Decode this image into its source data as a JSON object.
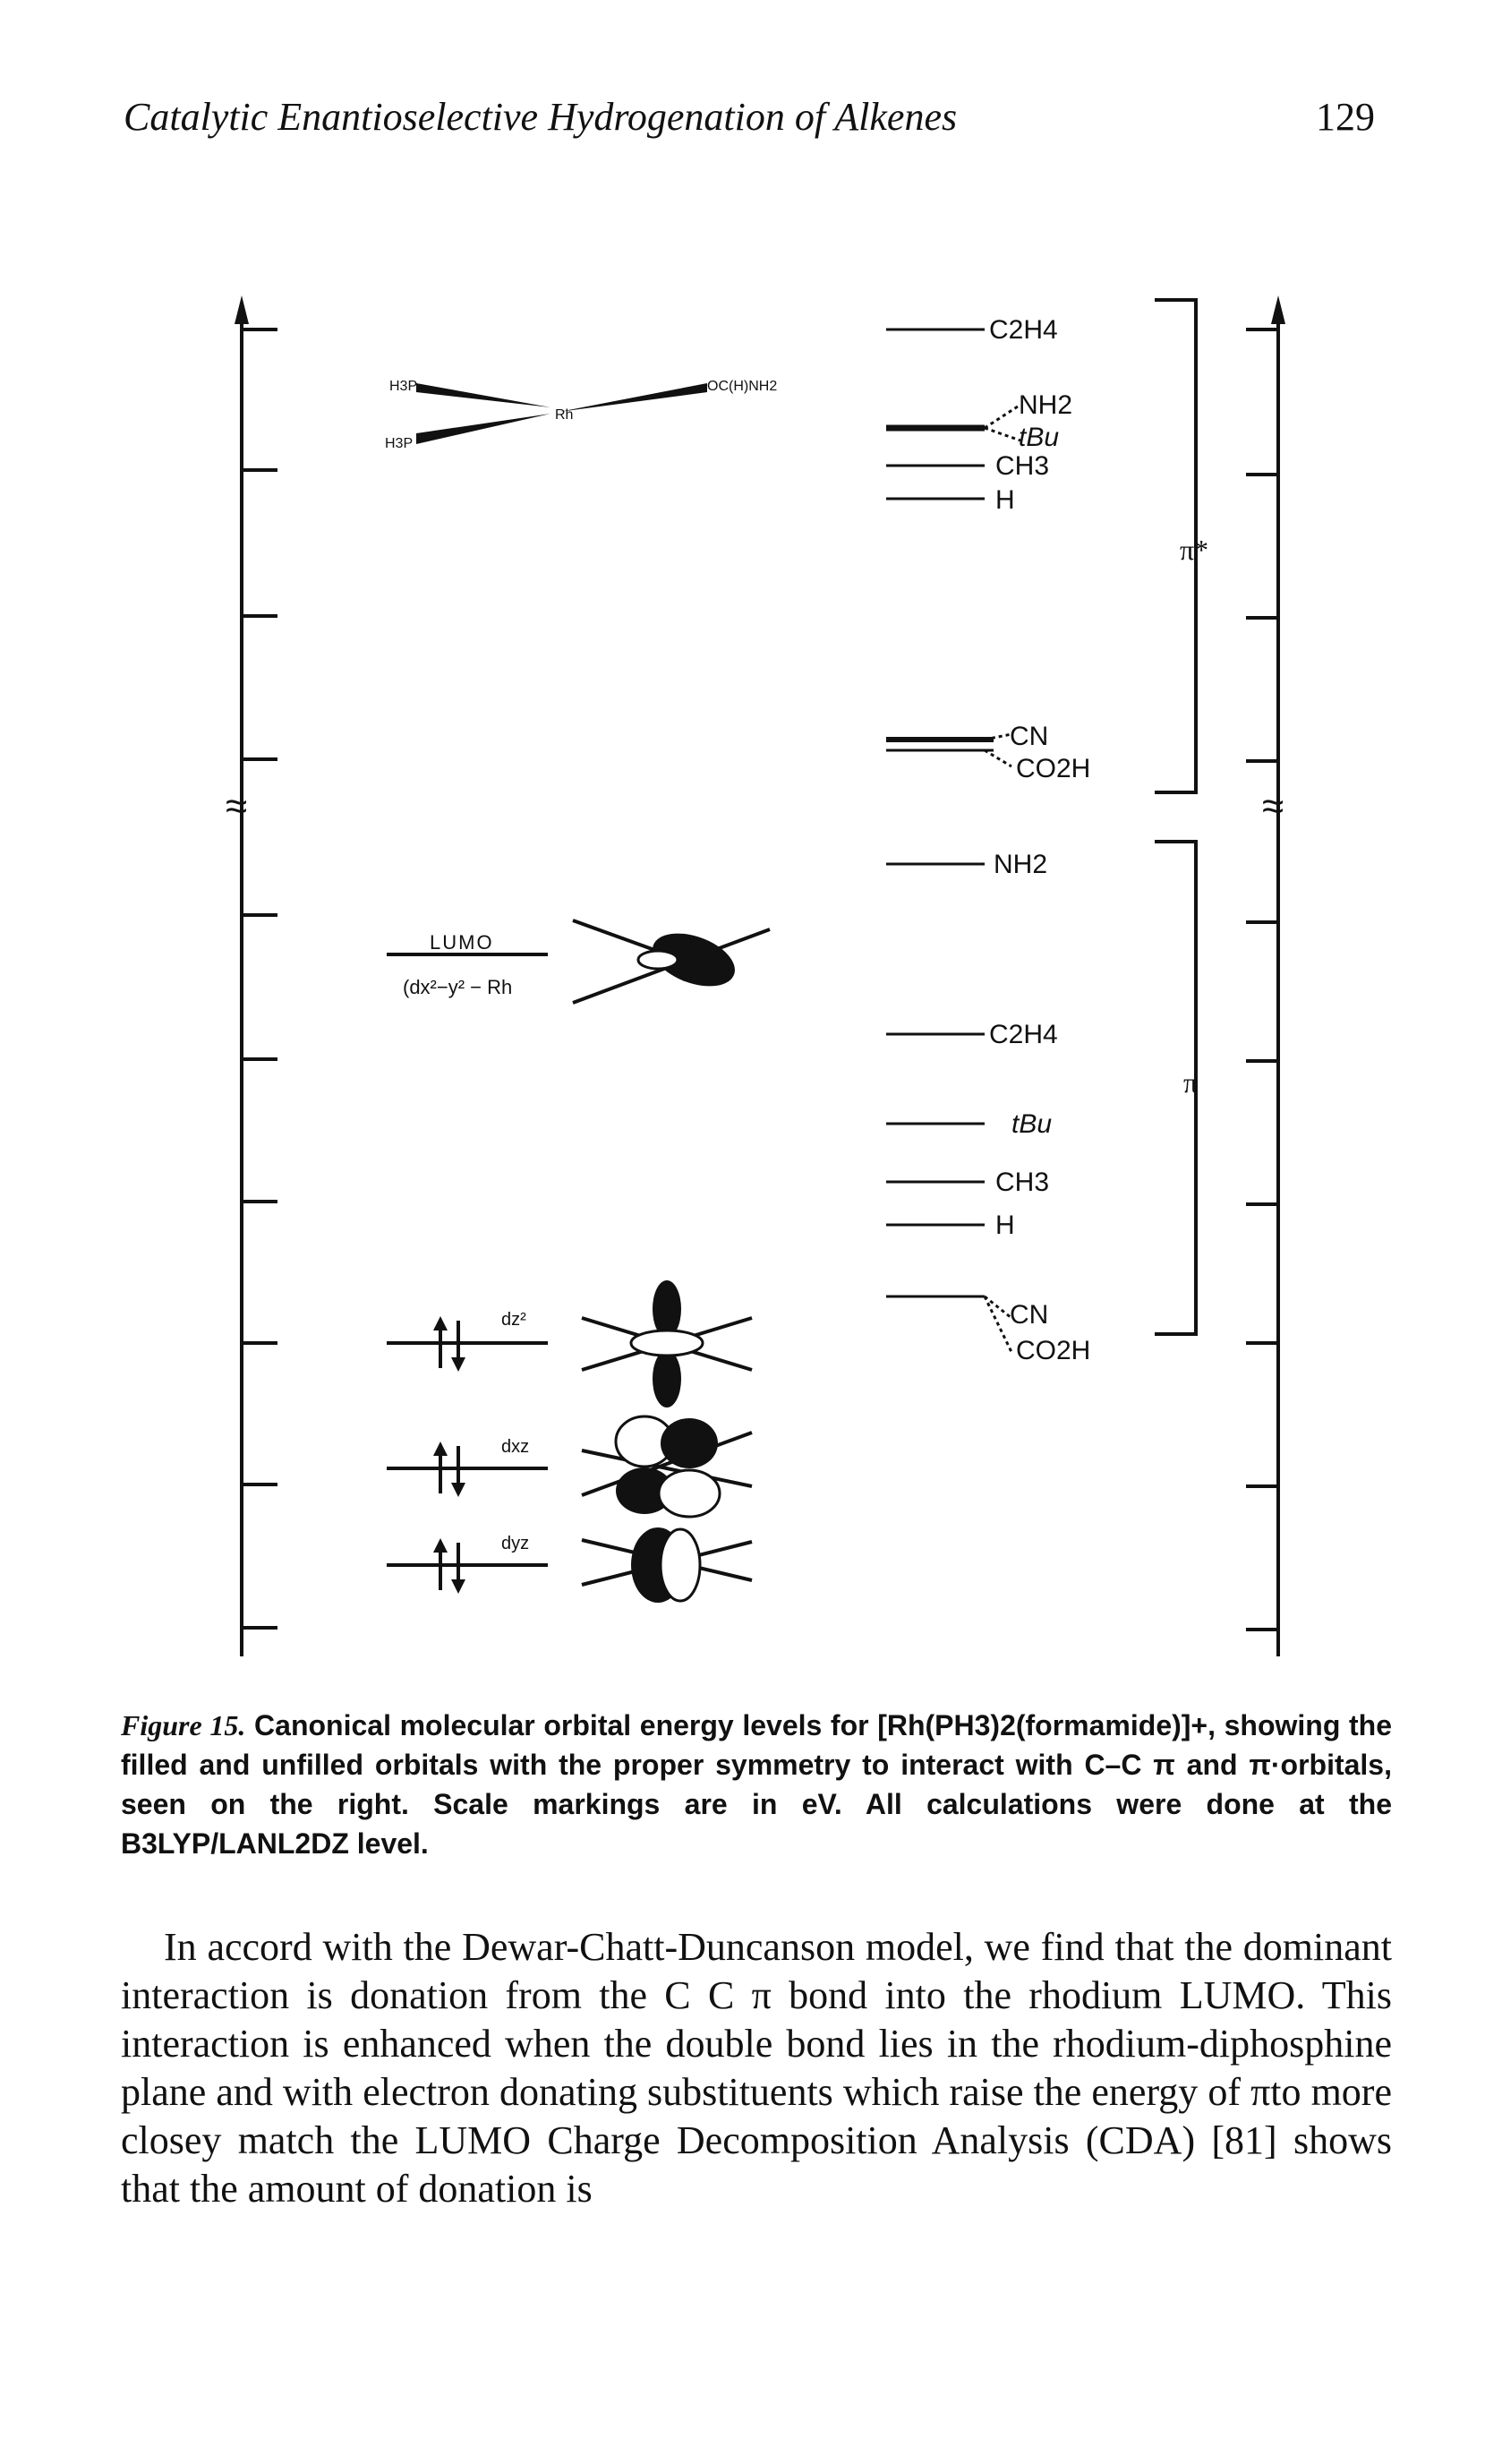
{
  "header": {
    "title": "Catalytic Enantioselective Hydrogenation of Alkenes",
    "page_number": "129"
  },
  "figure": {
    "left_complex_labels": {
      "ph3_top": "H3P",
      "ph3_bottom": "H3P",
      "rh": "Rh",
      "formamide": "OC(H)NH2"
    },
    "lumo_label": "LUMO",
    "lumo_sub": "(dx²−y² − Rh",
    "occupied_labels": [
      "dz²",
      "dxz",
      "dyz"
    ],
    "break_symbol": "≈",
    "bracket_labels": {
      "pi_star": "π*",
      "pi": "π"
    },
    "pi_star_levels": [
      "C2H4",
      "NH2",
      "tBu",
      "CH3",
      "H",
      "CN",
      "CO2H"
    ],
    "pi_levels": [
      "NH2",
      "C2H4",
      "tBu",
      "CH3",
      "H",
      "CN",
      "CO2H"
    ]
  },
  "caption": {
    "label": "Figure 15.",
    "text": "Canonical molecular orbital energy levels for [Rh(PH3)2(formamide)]+, showing the filled and unfilled orbitals with the proper symmetry to interact with C–C π and π·orbitals, seen on the right. Scale markings are in eV. All calculations were done at the B3LYP/LANL2DZ level."
  },
  "body": {
    "paragraph": "In accord with the Dewar-Chatt-Duncanson model, we find that the dominant interaction is donation from the C C π bond into the rhodium LUMO. This interaction is enhanced when the double bond lies in the rhodium-diphosphine plane and with electron donating substituents which raise the energy of πto more closey match the LUMO Charge Decomposition Analysis (CDA) [81] shows that the amount of donation is"
  }
}
